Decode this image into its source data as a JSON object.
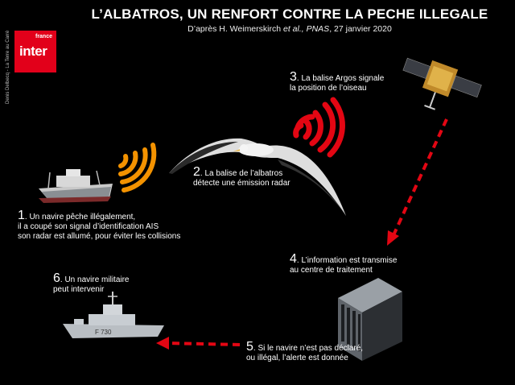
{
  "title": "L’ALBATROS, UN RENFORT CONTRE LA PECHE ILLEGALE",
  "subtitle_prefix": "D’après H. Weimerskirch ",
  "subtitle_italic": "et al., PNAS",
  "subtitle_suffix": ", 27 janvier 2020",
  "credit": "Denis Delbecq - La Terre au Carré",
  "logo": {
    "top": "france",
    "main": "inter"
  },
  "steps": {
    "s1": {
      "num": "1",
      "line1": ". Un navire pêche illégalement,",
      "line2": "il a coupé son signal d’identification AIS",
      "line3": "son radar est allumé, pour éviter les collisions"
    },
    "s2": {
      "num": "2",
      "line1": ". La balise de l’albatros",
      "line2": "détecte une émission radar"
    },
    "s3": {
      "num": "3",
      "line1": ". La balise Argos signale",
      "line2": "la position de l’oiseau"
    },
    "s4": {
      "num": "4",
      "line1": ". L’information est transmise",
      "line2": "au centre de traitement"
    },
    "s5": {
      "num": "5",
      "line1": ". Si le navire n’est pas déclaré,",
      "line2": "ou illégal, l’alerte est donnée"
    },
    "s6": {
      "num": "6",
      "line1": ". Un navire militaire",
      "line2": "peut intervenir"
    }
  },
  "ship_hull_code": "F 730",
  "colors": {
    "orange": "#f39200",
    "red": "#e30613",
    "logo_red": "#e2001a"
  }
}
